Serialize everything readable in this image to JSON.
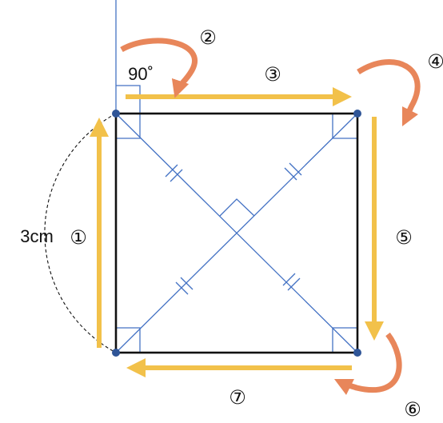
{
  "diagram": {
    "side_label": "3cm",
    "angle_label": "90˚",
    "steps": [
      "①",
      "②",
      "③",
      "④",
      "⑤",
      "⑥",
      "⑦"
    ],
    "colors": {
      "square": "#111111",
      "guide": "#4472c4",
      "arrow_straight": "#f2c14a",
      "arrow_curved": "#e8865a",
      "vertex": "#2f5597"
    }
  }
}
